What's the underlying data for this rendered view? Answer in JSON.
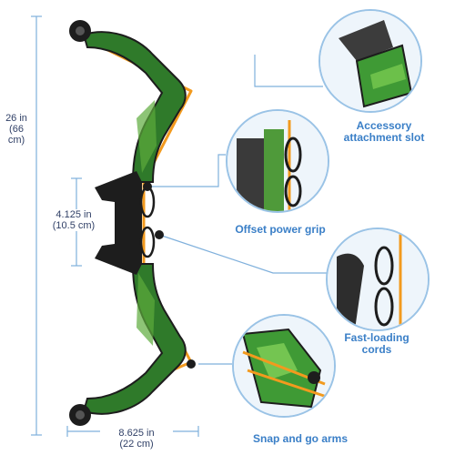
{
  "dimensions": {
    "height": {
      "inches": "26 in",
      "cm": "(66 cm)"
    },
    "grip": {
      "inches": "4.125 in",
      "cm": "(10.5 cm)"
    },
    "width": {
      "inches": "8.625 in",
      "cm": "(22 cm)"
    }
  },
  "features": [
    {
      "label": "Accessory attachment slot"
    },
    {
      "label": "Offset power grip"
    },
    {
      "label": "Fast-loading cords"
    },
    {
      "label": "Snap and go arms"
    }
  ],
  "colors": {
    "bow_green": "#2f7a2a",
    "bow_green_light": "#5cab3c",
    "cord_orange": "#f29a1e",
    "grip_black": "#1d1d1d",
    "line_blue": "#7fb0dc",
    "label_blue": "#3a7fc7"
  }
}
